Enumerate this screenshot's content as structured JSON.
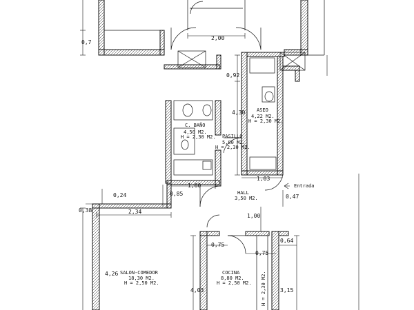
{
  "rooms": {
    "bano": {
      "name": "C. BAÑO",
      "area": "4,50 M2.",
      "height": "H = 2,30 M2."
    },
    "pasillo": {
      "name": "PASILLO",
      "area": "5,80 M2.",
      "height": "H = 2,30 M2."
    },
    "aseo": {
      "name": "ASEO",
      "area": "4,22 M2.",
      "height": "H = 2,30 M2."
    },
    "hall": {
      "name": "HALL",
      "area": "3,50 M2."
    },
    "salon": {
      "name": "SALON-COMEDOR",
      "area": "18,30 M2.",
      "height": "H = 2,50 M2."
    },
    "cocina": {
      "name": "COCINA",
      "area": "8,80 M2.",
      "height": "H = 2,50 M2."
    },
    "vertical": {
      "height": "H = 2,30 M2."
    }
  },
  "labels": {
    "entrada": "Entrada"
  },
  "dimensions": {
    "d_0_7": "0,7",
    "d_2_00": "2,00",
    "d_0_92": "0,92",
    "d_4_30": "4,30",
    "d_1_03": "1,03",
    "d_1_60": "1,60",
    "d_0_85": "0,85",
    "d_0_24": "0,24",
    "d_0_38": "0,38",
    "d_2_34": "2,34",
    "d_0_47": "0,47",
    "d_1_00": "1,00",
    "d_0_75a": "0,75",
    "d_0_75b": "0,75",
    "d_0_64": "0,64",
    "d_4_26": "4,26",
    "d_4_03": "4,03",
    "d_3_15": "3,15"
  }
}
